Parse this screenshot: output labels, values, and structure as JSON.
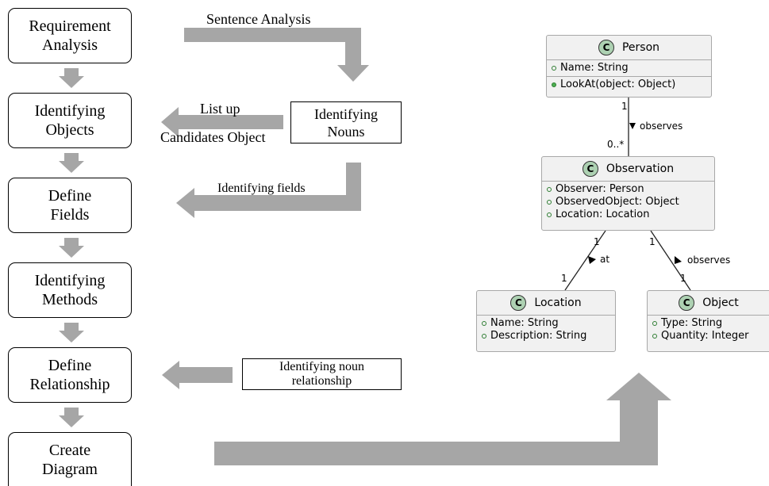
{
  "steps": [
    "Requirement\nAnalysis",
    "Identifying\nObjects",
    "Define\nFields",
    "Identifying\nMethods",
    "Define\nRelationship",
    "Create\nDiagram"
  ],
  "labels": {
    "sentence_analysis": "Sentence Analysis",
    "list_up": "List up",
    "candidates_object": "Candidates Object",
    "identifying_nouns": "Identifying\nNouns",
    "identifying_fields": "Identifying fields",
    "identifying_noun_relationship": "Identifying noun\nrelationship"
  },
  "uml": {
    "badge": "C",
    "person": {
      "name": "Person",
      "attributes": [
        "Name: String"
      ],
      "methods": [
        "LookAt(object: Object)"
      ]
    },
    "observation": {
      "name": "Observation",
      "attributes": [
        "Observer: Person",
        "ObservedObject: Object",
        "Location: Location"
      ]
    },
    "location": {
      "name": "Location",
      "attributes": [
        "Name: String",
        "Description: String"
      ]
    },
    "object": {
      "name": "Object",
      "attributes": [
        "Type: String",
        "Quantity: Integer"
      ]
    },
    "relations": {
      "person_obs_label": "observes",
      "person_mult": "1",
      "obs_mult_top": "0..*",
      "at_label": "at",
      "at_mult_top": "1",
      "at_mult_bottom": "1",
      "obs_obj_label": "observes",
      "obs_obj_mult_top": "1",
      "obs_obj_mult_bottom": "1"
    }
  }
}
